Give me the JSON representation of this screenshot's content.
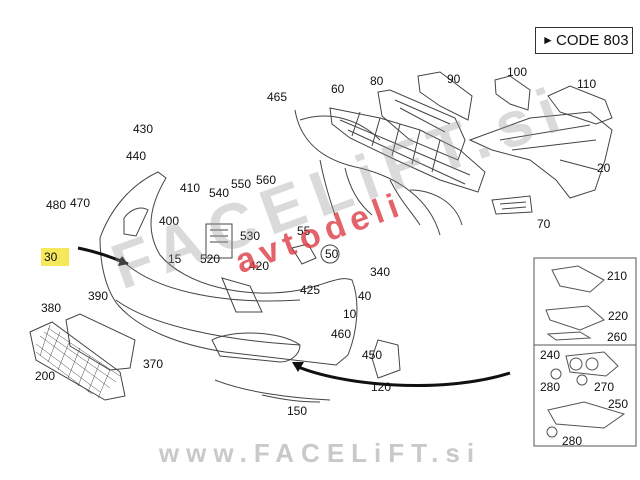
{
  "code_label": "CODE 803",
  "watermark": {
    "main": "FACELiFT.si",
    "sub": "avtodeli",
    "bottom": "www.FACELiFT.si"
  },
  "highlight_color": "#f5e85a",
  "accent_color": "#dc3c46",
  "parts": [
    {
      "id": "p10",
      "label": "10"
    },
    {
      "id": "p15",
      "label": "15"
    },
    {
      "id": "p20",
      "label": "20"
    },
    {
      "id": "p30",
      "label": "30",
      "highlighted": true
    },
    {
      "id": "p40",
      "label": "40"
    },
    {
      "id": "p50",
      "label": "50"
    },
    {
      "id": "p55",
      "label": "55"
    },
    {
      "id": "p60",
      "label": "60"
    },
    {
      "id": "p70",
      "label": "70"
    },
    {
      "id": "p80",
      "label": "80"
    },
    {
      "id": "p90",
      "label": "90"
    },
    {
      "id": "p100",
      "label": "100"
    },
    {
      "id": "p110",
      "label": "110"
    },
    {
      "id": "p120",
      "label": "120"
    },
    {
      "id": "p150",
      "label": "150"
    },
    {
      "id": "p200",
      "label": "200"
    },
    {
      "id": "p210",
      "label": "210"
    },
    {
      "id": "p220",
      "label": "220"
    },
    {
      "id": "p240",
      "label": "240"
    },
    {
      "id": "p250",
      "label": "250"
    },
    {
      "id": "p260",
      "label": "260"
    },
    {
      "id": "p270",
      "label": "270"
    },
    {
      "id": "p280a",
      "label": "280"
    },
    {
      "id": "p280b",
      "label": "280"
    },
    {
      "id": "p340",
      "label": "340"
    },
    {
      "id": "p370",
      "label": "370"
    },
    {
      "id": "p380",
      "label": "380"
    },
    {
      "id": "p390",
      "label": "390"
    },
    {
      "id": "p400",
      "label": "400"
    },
    {
      "id": "p410",
      "label": "410"
    },
    {
      "id": "p420",
      "label": "420"
    },
    {
      "id": "p425",
      "label": "425"
    },
    {
      "id": "p430",
      "label": "430"
    },
    {
      "id": "p440",
      "label": "440"
    },
    {
      "id": "p450",
      "label": "450"
    },
    {
      "id": "p460",
      "label": "460"
    },
    {
      "id": "p465",
      "label": "465"
    },
    {
      "id": "p470",
      "label": "470"
    },
    {
      "id": "p480",
      "label": "480"
    },
    {
      "id": "p520",
      "label": "520"
    },
    {
      "id": "p530",
      "label": "530"
    },
    {
      "id": "p540",
      "label": "540"
    },
    {
      "id": "p550",
      "label": "550"
    },
    {
      "id": "p560",
      "label": "560"
    }
  ]
}
